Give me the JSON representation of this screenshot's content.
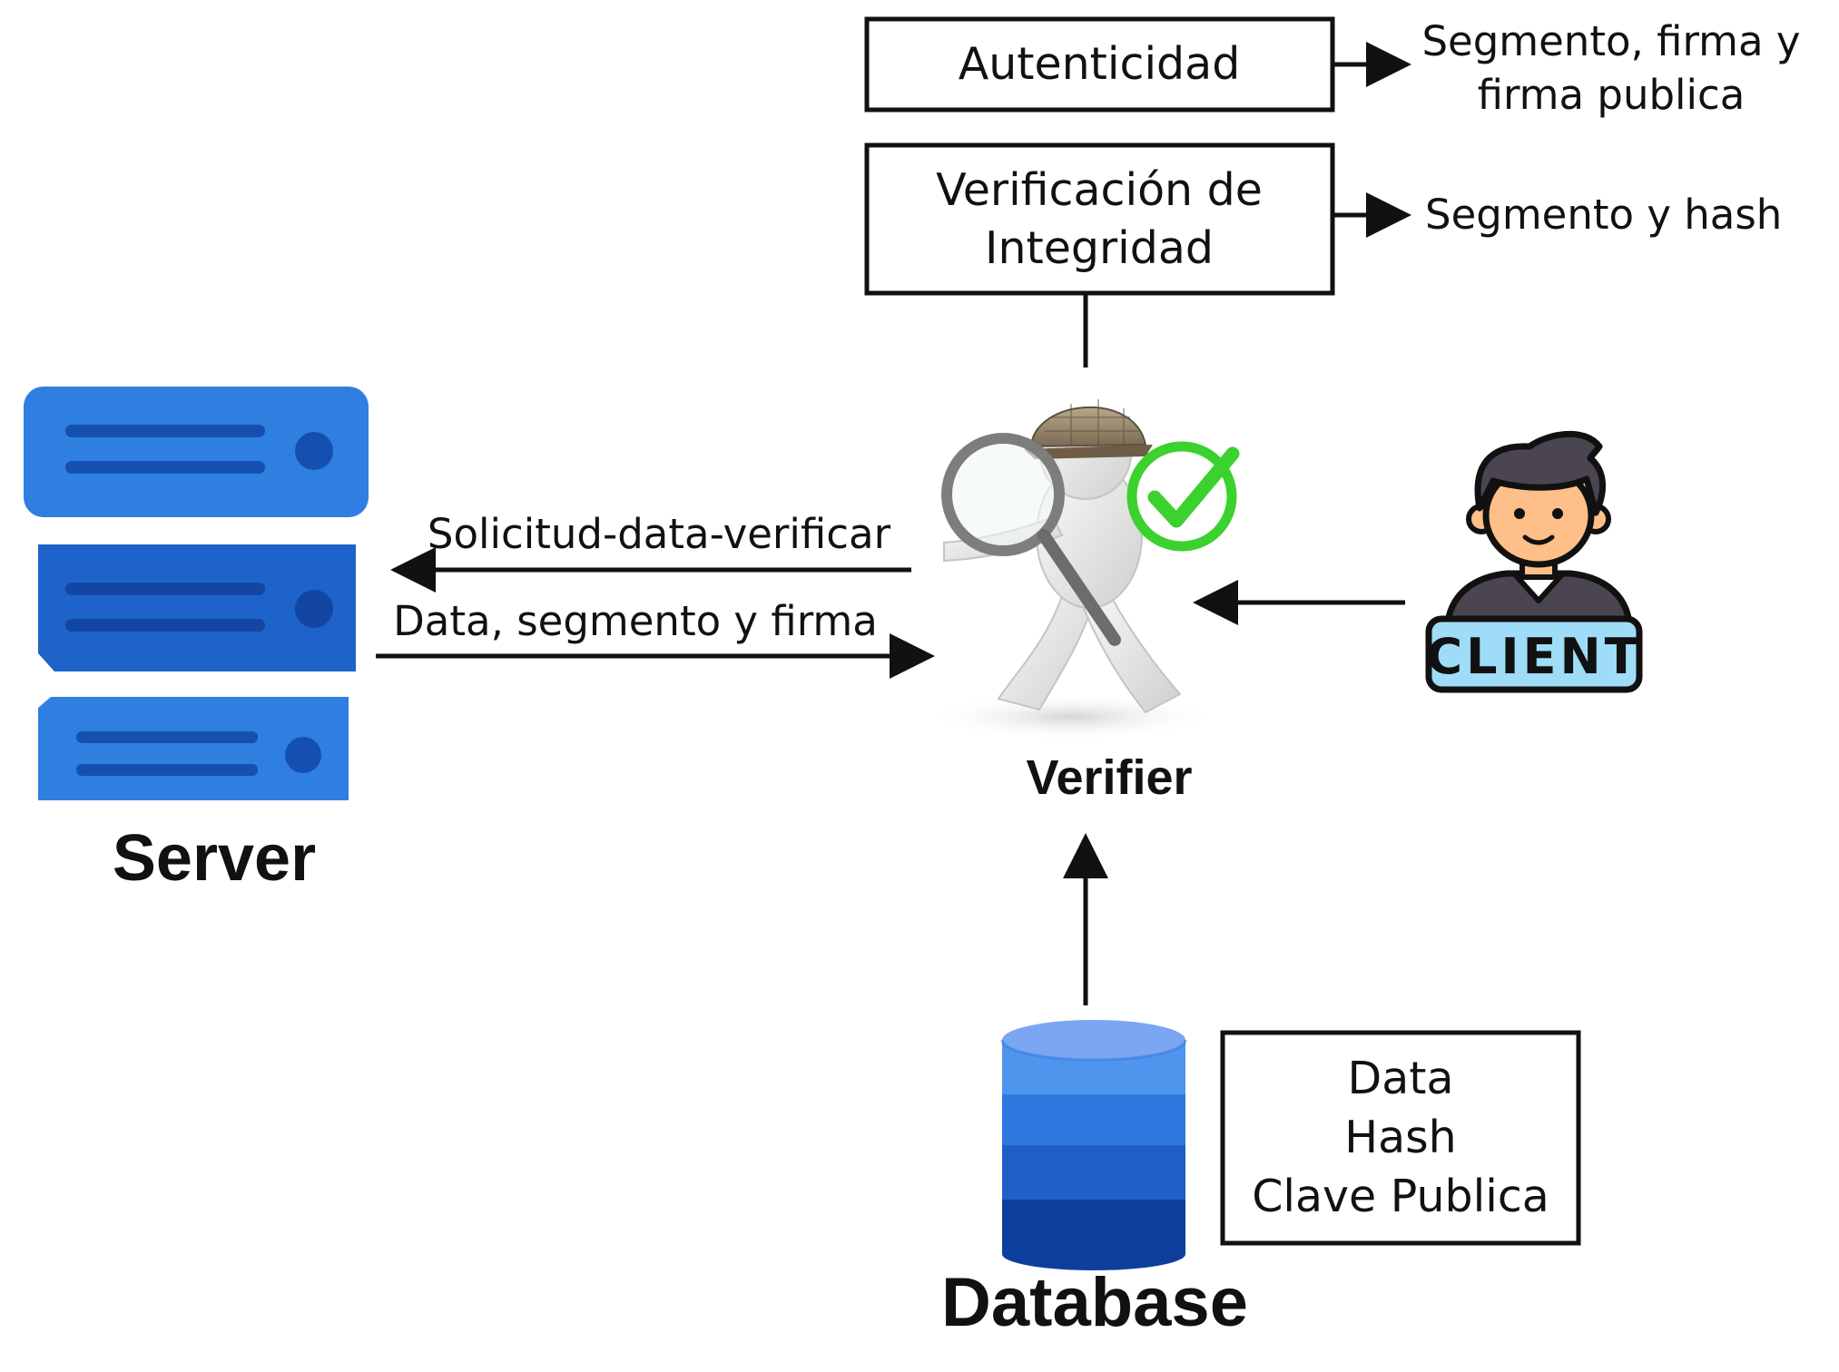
{
  "verifier": {
    "label": "Verifier",
    "boxes": {
      "authenticity": {
        "label": "Autenticidad",
        "note_lines": [
          "Segmento, firma y",
          "firma publica"
        ]
      },
      "integrity": {
        "label_lines": [
          "Verificación de",
          "Integridad"
        ],
        "note": "Segmento y hash"
      }
    }
  },
  "server": {
    "label": "Server"
  },
  "client": {
    "badge": "CLIENT"
  },
  "database": {
    "label": "Database",
    "contents": [
      "Data",
      "Hash",
      "Clave Publica"
    ]
  },
  "arrows": {
    "request": "Solicitud-data-verificar",
    "response": "Data, segmento y firma"
  },
  "colors": {
    "server_blue": "#2f7fe0",
    "server_dark": "#1a52b8",
    "db_top": "#7aa6f2",
    "db_mid": "#2e78df",
    "db_bottom": "#0e3f9e",
    "check_green": "#3bd12e",
    "client_badge": "#9fdcf7",
    "hair": "#4a4550",
    "skin": "#ffbf88"
  }
}
